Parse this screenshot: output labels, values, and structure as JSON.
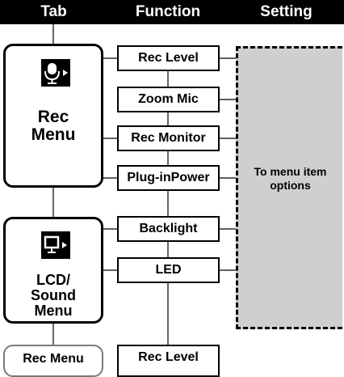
{
  "header": {
    "tab": "Tab",
    "function": "Function",
    "setting": "Setting"
  },
  "tabs": [
    {
      "label_line1": "Rec",
      "label_line2": "Menu",
      "icon": "microphone-icon"
    },
    {
      "label_line1": "LCD/",
      "label_line2": "Sound",
      "label_line3": "Menu",
      "icon": "monitor-icon"
    },
    {
      "label": "Rec Menu"
    }
  ],
  "functions": [
    "Rec Level",
    "Zoom Mic",
    "Rec Monitor",
    "Plug-inPower",
    "Backlight",
    "LED",
    "Rec Level"
  ],
  "settings": {
    "text": "To menu item options"
  }
}
